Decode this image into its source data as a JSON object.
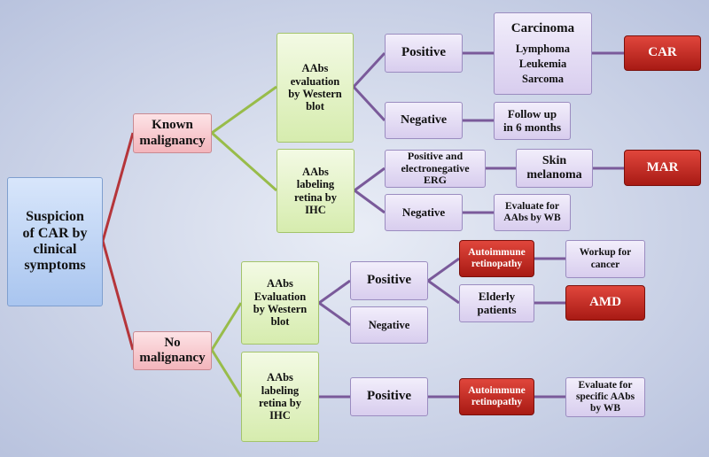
{
  "root": {
    "label": "Suspicion\nof CAR by\nclinical\nsymptoms"
  },
  "known": {
    "label": "Known\nmalignancy",
    "western": {
      "label": "AAbs\nevaluation\nby Western\nblot",
      "positive": {
        "label": "Positive",
        "cancers": {
          "title": "Carcinoma",
          "items": [
            "Lymphoma",
            "Leukemia",
            "Sarcoma"
          ]
        },
        "result": "CAR"
      },
      "negative": {
        "label": "Negative",
        "followup": "Follow up\nin 6 months"
      }
    },
    "ihc": {
      "label": "AAbs\nlabeling\nretina by\nIHC",
      "positive": {
        "label": "Positive and\nelectronegative\nERG",
        "skin": "Skin\nmelanoma",
        "result": "MAR"
      },
      "negative": {
        "label": "Negative",
        "evaluate": "Evaluate for\nAAbs by WB"
      }
    }
  },
  "nomal": {
    "label": "No\nmalignancy",
    "western": {
      "label": "AAbs\nEvaluation\nby Western\nblot",
      "positive": {
        "label": "Positive",
        "autoimmune": {
          "label": "Autoimmune\nretinopathy",
          "workup": "Workup for\ncancer"
        },
        "elderly": {
          "label": "Elderly\npatients",
          "result": "AMD"
        }
      },
      "negative": {
        "label": "Negative"
      }
    },
    "ihc": {
      "label": "AAbs\nlabeling\nretina by\nIHC",
      "positive": {
        "label": "Positive",
        "autoimmune": {
          "label": "Autoimmune\nretinopathy",
          "evaluate": "Evaluate for\nspecific AAbs\nby WB"
        }
      }
    }
  },
  "colors": {
    "background": "#c4cde4",
    "connector_purple": "#7a5a9a",
    "connector_green": "#98bc4a",
    "connector_red": "#b5353a",
    "accent_red": "#b01e17"
  }
}
